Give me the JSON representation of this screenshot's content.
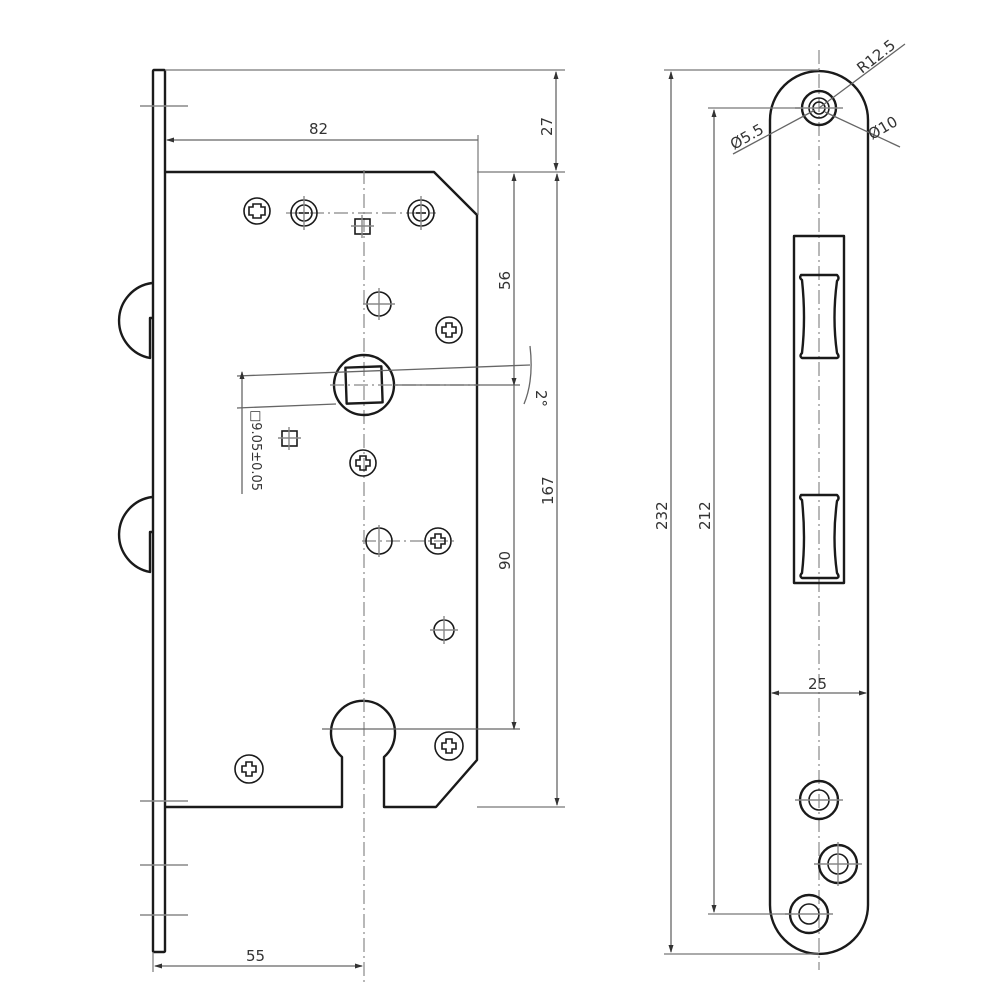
{
  "drawing": {
    "title": "Mortise lock technical drawing",
    "colors": {
      "line": "#1a1a1a",
      "dimension": "#666666",
      "background": "#ffffff"
    },
    "front_view": {
      "dimensions": {
        "backset_width": "82",
        "faceplate_offset": "27",
        "spindle_to_top": "56",
        "total_height": "167",
        "spindle_to_cylinder": "90",
        "backset": "55",
        "spindle_square": "□9.05±0.05",
        "angle": "2°"
      }
    },
    "faceplate_view": {
      "dimensions": {
        "overall_length": "232",
        "hole_spacing": "212",
        "width": "25",
        "corner_radius": "R12.5",
        "hole_diameter": "Ø5.5",
        "counterbore_diameter": "Ø10"
      }
    }
  }
}
